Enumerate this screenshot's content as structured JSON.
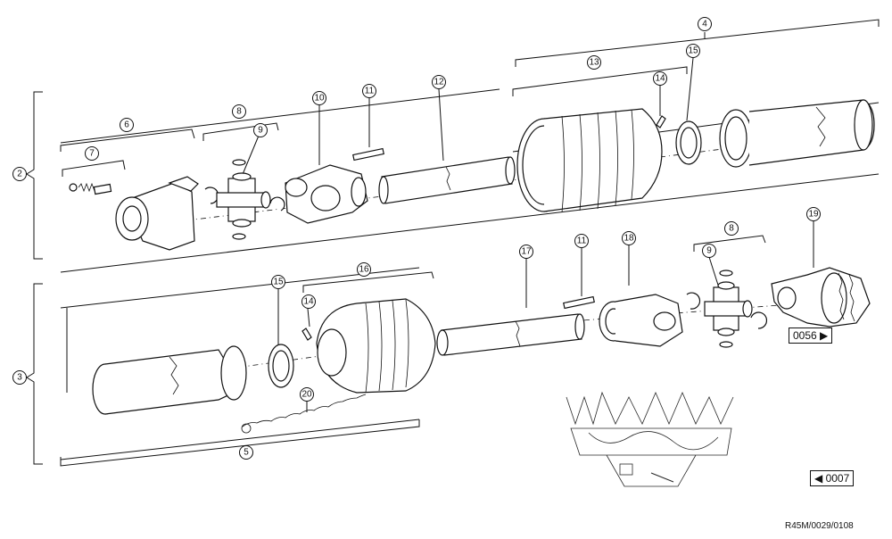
{
  "callouts": {
    "c1": "2",
    "c2": "3",
    "c3": "4",
    "c4": "5",
    "c5": "6",
    "c6": "7",
    "c7": "8",
    "c8": "9",
    "c9": "10",
    "c10": "11",
    "c11": "12",
    "c12": "13",
    "c13": "14",
    "c14": "15",
    "c15": "16",
    "c16": "15",
    "c17": "14",
    "c18": "17",
    "c19": "11",
    "c20": "18",
    "c21": "8",
    "c22": "9",
    "c23": "19",
    "c24": "20"
  },
  "nav": {
    "next_label": "0056",
    "prev_label": "0007"
  },
  "reference_code": "R45M/0029/0108"
}
